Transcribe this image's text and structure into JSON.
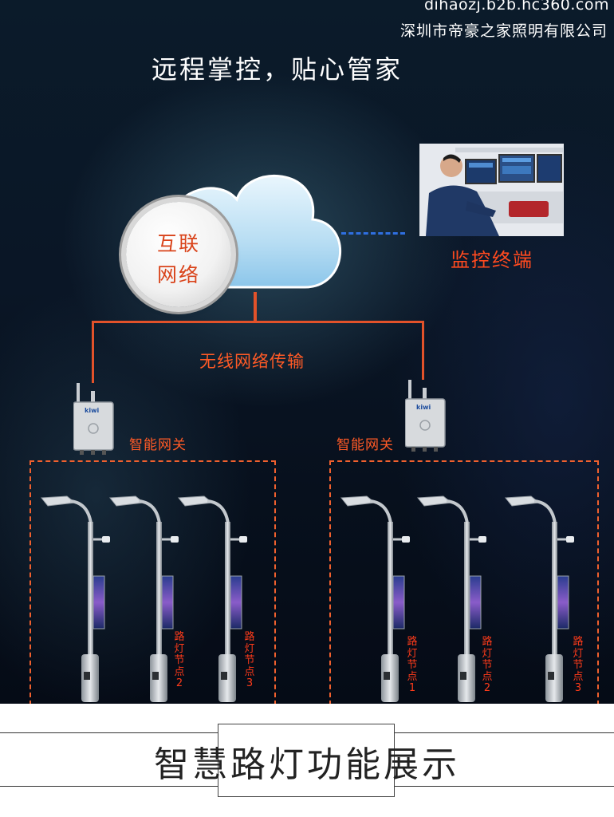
{
  "watermark": "dihaozj.b2b.hc360.com",
  "company": "深圳市帝豪之家照明有限公司",
  "headline": "远程掌控，贴心管家",
  "network": {
    "line1": "互联",
    "line2": "网络"
  },
  "monitor_label": "监控终端",
  "wireless_label": "无线网络传输",
  "gateways": [
    {
      "label": "智能网关",
      "brand": "kiwi"
    },
    {
      "label": "智能网关",
      "brand": "kiwi"
    }
  ],
  "left_nodes": [
    {
      "chars": [
        "路",
        "灯",
        "节",
        "点",
        "2"
      ]
    },
    {
      "chars": [
        "路",
        "灯",
        "节",
        "点",
        "3"
      ]
    }
  ],
  "right_nodes": [
    {
      "chars": [
        "路",
        "灯",
        "节",
        "点",
        "1"
      ]
    },
    {
      "chars": [
        "路",
        "灯",
        "节",
        "点",
        "2"
      ]
    },
    {
      "chars": [
        "路",
        "灯",
        "节",
        "点",
        "3"
      ]
    }
  ],
  "footer_title": "智慧路灯功能展示",
  "colors": {
    "accent": "#ff4a1f",
    "link_dash": "#2f6fe0",
    "background": "#0a1626"
  },
  "icons": [
    "cloud-icon",
    "gateway-device-icon",
    "street-light-pole-icon"
  ]
}
